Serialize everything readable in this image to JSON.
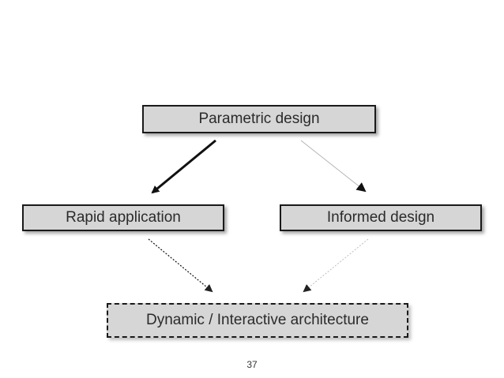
{
  "nodes": {
    "parametric": "Parametric design",
    "rapid": "Rapid application",
    "informed": "Informed design",
    "dynamic": "Dynamic / Interactive architecture"
  },
  "page_number": "37",
  "edges": [
    {
      "from": "Parametric design",
      "to": "Rapid application",
      "style": "solid-thick"
    },
    {
      "from": "Parametric design",
      "to": "Informed design",
      "style": "solid-thin"
    },
    {
      "from": "Rapid application",
      "to": "Dynamic / Interactive architecture",
      "style": "dotted"
    },
    {
      "from": "Informed design",
      "to": "Dynamic / Interactive architecture",
      "style": "dotted-light"
    }
  ]
}
